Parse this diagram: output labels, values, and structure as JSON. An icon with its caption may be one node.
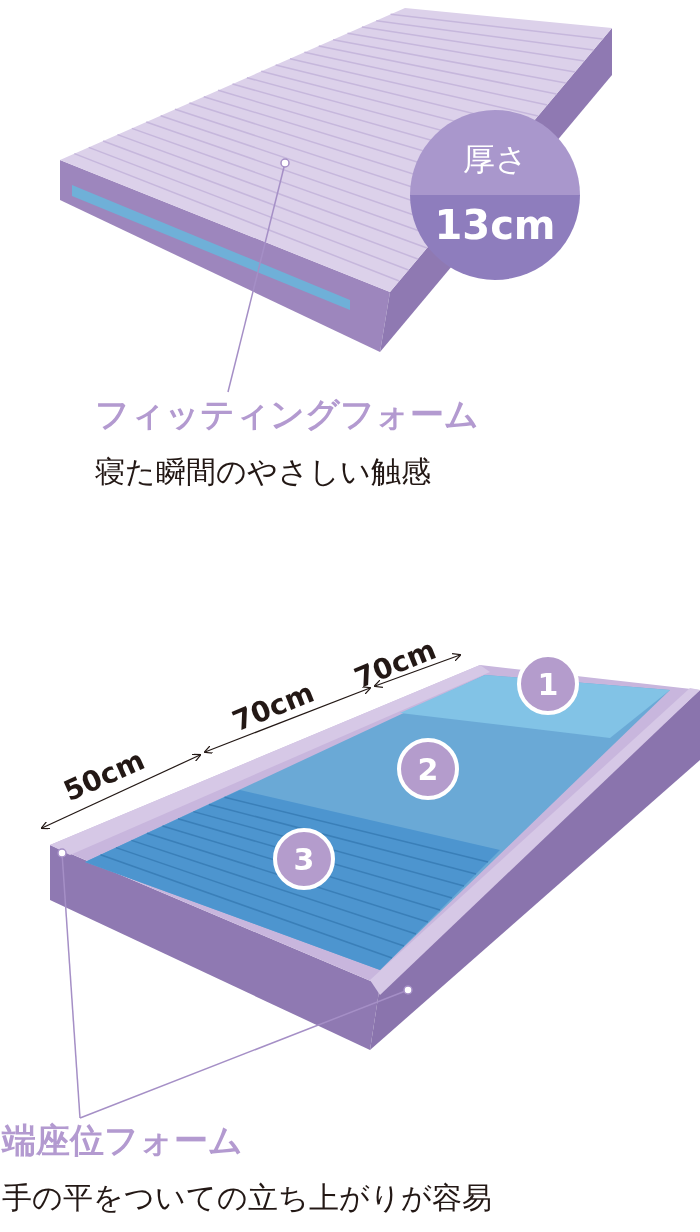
{
  "diagram": {
    "nodes": [
      {
        "text": [
          "フィッティングフォーム",
          "寝た瞬間のやさしい触感"
        ]
      },
      {
        "text": [
          "厚さ",
          "13cm"
        ]
      },
      {
        "text": [
          "1"
        ]
      },
      {
        "text": [
          "2"
        ]
      },
      {
        "text": [
          "3"
        ]
      },
      {
        "text": [
          "端座位フォーム",
          "手の平をついての立ち上がりが容易"
        ]
      }
    ],
    "edges": [
      {
        "from": 0,
        "to": null,
        "arrow": "other"
      },
      {
        "from": 5,
        "to": null,
        "arrow": "other"
      },
      {
        "from": 5,
        "to": null,
        "arrow": "other"
      }
    ],
    "labels": [
      "50cm",
      "70cm",
      "70cm"
    ]
  }
}
